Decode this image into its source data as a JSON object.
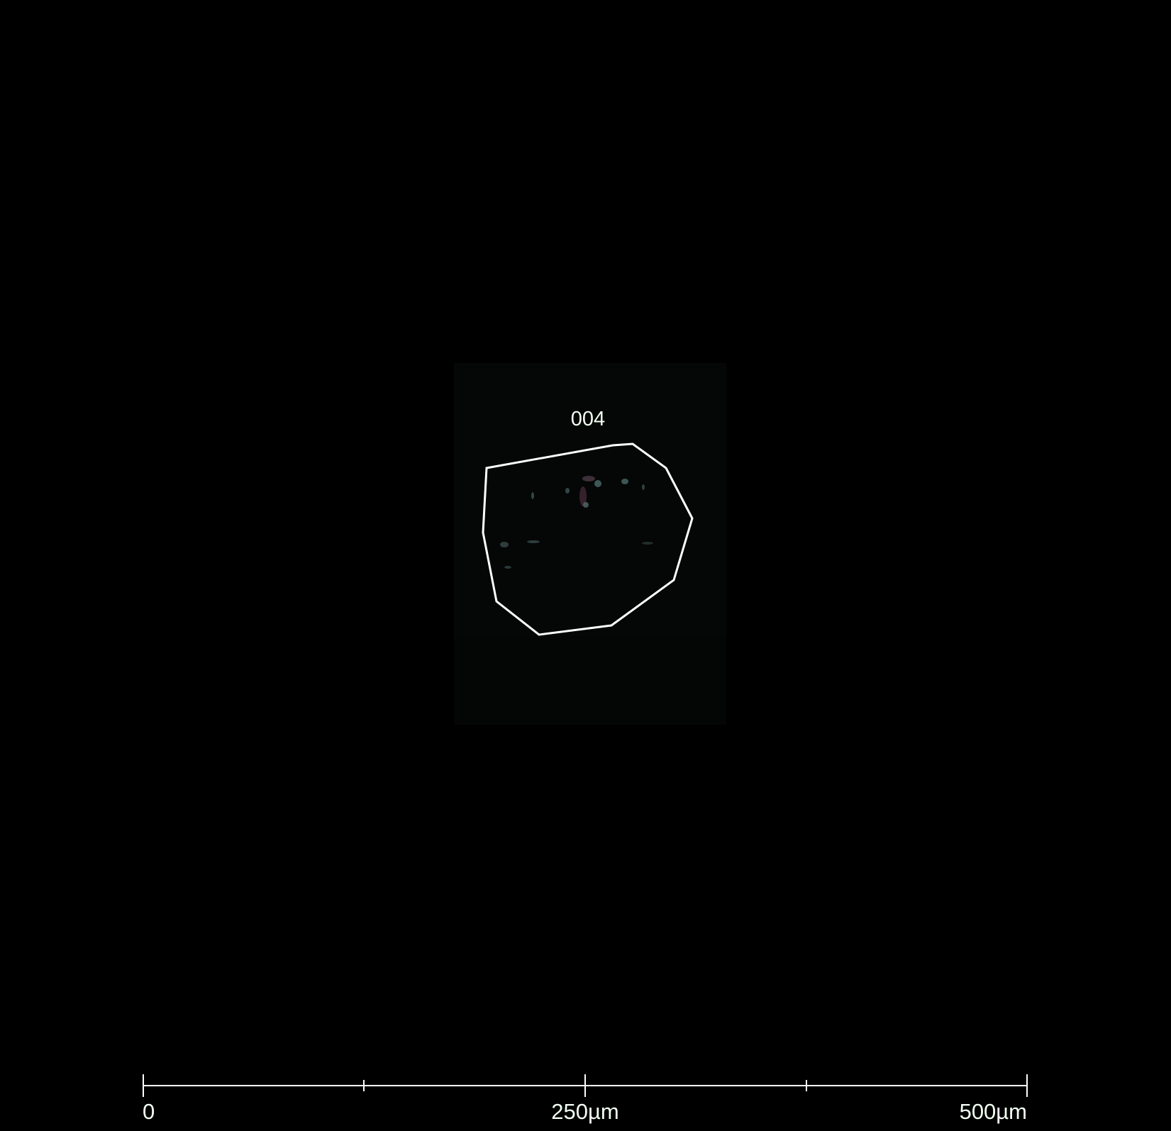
{
  "image": {
    "background_color": "#000000",
    "tile_color": "#040505",
    "outline_color": "#ffffff",
    "label_color": "#f2fff2"
  },
  "region": {
    "label": "004"
  },
  "scale_bar": {
    "labels": [
      "0",
      "250µm",
      "500µm"
    ]
  }
}
